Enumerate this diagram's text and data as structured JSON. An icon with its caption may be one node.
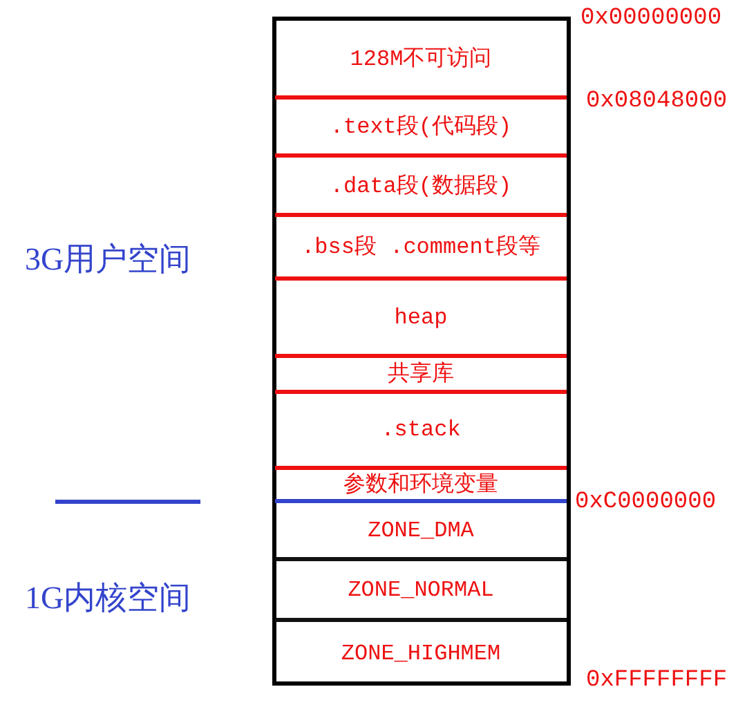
{
  "diagram": {
    "nodes": [
      {
        "text": [
          "128M不可访问"
        ]
      },
      {
        "text": [
          ".text段(代码段)"
        ]
      },
      {
        "text": [
          ".data段(数据段)"
        ]
      },
      {
        "text": [
          ".bss段 .comment段等"
        ]
      },
      {
        "text": [
          "heap"
        ]
      },
      {
        "text": [
          "共享库"
        ]
      },
      {
        "text": [
          ".stack"
        ]
      },
      {
        "text": [
          "参数和环境变量"
        ]
      },
      {
        "text": [
          "ZONE_DMA"
        ]
      },
      {
        "text": [
          "ZONE_NORMAL"
        ]
      },
      {
        "text": [
          "ZONE_HIGHMEM"
        ]
      }
    ],
    "labels": [
      "0x00000000",
      "0x08048000",
      "3G用户空间",
      "0xC0000000",
      "1G内核空间",
      "0xFFFFFFFF"
    ]
  }
}
